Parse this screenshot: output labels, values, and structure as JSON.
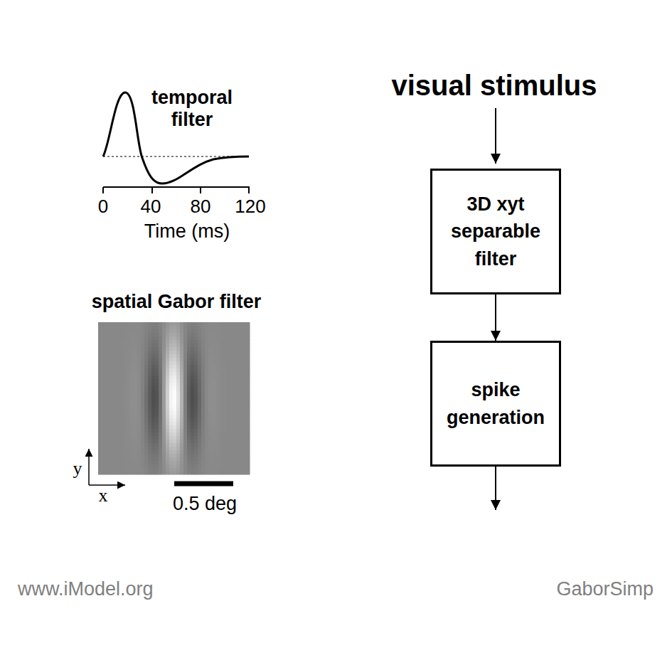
{
  "diagram": {
    "nodes": [
      {
        "text": [
          "3D xyt separable filter"
        ]
      },
      {
        "text": [
          "spike generation"
        ]
      }
    ],
    "edges": [
      {
        "from": 0,
        "to": 1,
        "arrow": "to"
      }
    ],
    "labels": [
      "visual stimulus",
      "temporal filter",
      "0",
      "40",
      "80",
      "120",
      "Time (ms)",
      "spatial Gabor filter",
      "y",
      "x",
      "0.5 deg",
      "www.iModel.org",
      "GaborSimp"
    ]
  }
}
